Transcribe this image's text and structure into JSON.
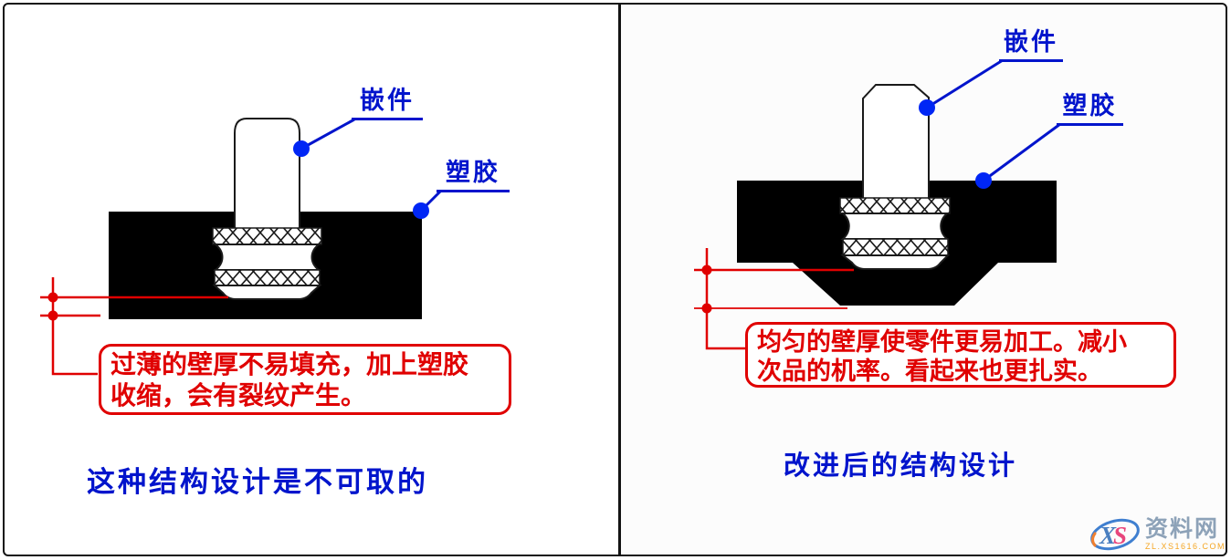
{
  "colors": {
    "blue": "#0014cc",
    "blue_dot": "#0026f5",
    "red": "#e00000",
    "black": "#000000",
    "watermark_name": "#8da2b8",
    "watermark_url": "#f5a623"
  },
  "left_panel": {
    "insert_label": "嵌件",
    "plastic_label": "塑胶",
    "note_line1": "过薄的壁厚不易填充，加上塑胶",
    "note_line2": "收缩，会有裂纹产生。",
    "caption": "这种结构设计是不可取的"
  },
  "right_panel": {
    "insert_label": "嵌件",
    "plastic_label": "塑胶",
    "note_line1": "均匀的壁厚使零件更易加工。减小",
    "note_line2": "次品的机率。看起来也更扎实。",
    "caption": "改进后的结构设计"
  },
  "watermark": {
    "logo_x": "X",
    "logo_s": "S",
    "site_name": "资料网",
    "site_url": "ZL.XS1616.COM"
  }
}
